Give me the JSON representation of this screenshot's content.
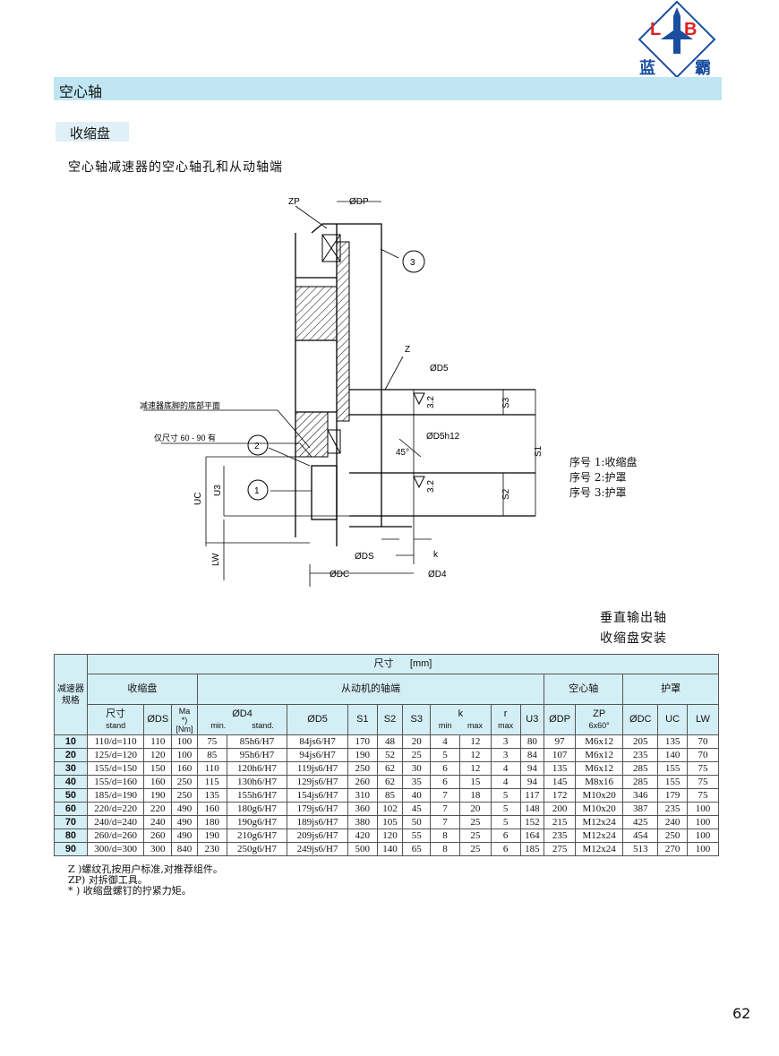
{
  "logo": {
    "letters_left": "L",
    "letters_right": "B",
    "cn_left": "蓝",
    "cn_right": "霸"
  },
  "section_title": "空心轴",
  "subsection_title": "收缩盘",
  "description": "空心轴减速器的空心轴孔和从动轴端",
  "drawing_labels": {
    "zp": "ZP",
    "dp": "ØDP",
    "circle3": "3",
    "z": "Z",
    "d5": "ØD5",
    "base_plane": "减速器底脚的底部平面",
    "size_only": "仅尺寸 60 - 90 有",
    "circle2": "2",
    "circle1": "1",
    "d5h12": "ØD5h12",
    "angle": "45°",
    "rough1": "3.2",
    "rough2": "3.2",
    "s3": "S3",
    "s1": "S1",
    "s2": "S2",
    "uc": "UC",
    "u3": "U3",
    "lw": "LW",
    "ds": "ØDS",
    "k": "k",
    "dc": "ØDC",
    "d4": "ØD4"
  },
  "legend": [
    "序号 1:收缩盘",
    "序号 2:护罩",
    "序号 3:护罩"
  ],
  "caption": [
    "垂直输出轴",
    "收缩盘安装"
  ],
  "table": {
    "title": "尺寸      [mm]",
    "col_rowhead": "减速器规格",
    "group_shrink": "收缩盘",
    "group_shaft": "从动机的轴端",
    "group_hollow": "空心轴",
    "group_guard": "护罩",
    "h_size": "尺寸",
    "h_size_sub": "stand",
    "h_ds": "ØDS",
    "h_ma": "Ma\n*)\n[Nm]",
    "h_d4": "ØD4",
    "h_d4_min": "min.",
    "h_d4_stand": "stand.",
    "h_d5": "ØD5",
    "h_s1": "S1",
    "h_s2": "S2",
    "h_s3": "S3",
    "h_k": "k",
    "h_k_min": "min",
    "h_k_max": "max",
    "h_r": "r",
    "h_r_max": "max",
    "h_u3": "U3",
    "h_dp": "ØDP",
    "h_zp": "ZP",
    "h_zp_sub": "6x60°",
    "h_dc": "ØDC",
    "h_uc": "UC",
    "h_lw": "LW",
    "rows": [
      [
        "10",
        "110/d=110",
        "110",
        "100",
        "75",
        "85h6/H7",
        "84js6/H7",
        "170",
        "48",
        "20",
        "4",
        "12",
        "3",
        "80",
        "97",
        "M6x12",
        "205",
        "135",
        "70"
      ],
      [
        "20",
        "125/d=120",
        "120",
        "100",
        "85",
        "95h6/H7",
        "94js6/H7",
        "190",
        "52",
        "25",
        "5",
        "12",
        "3",
        "84",
        "107",
        "M6x12",
        "235",
        "140",
        "70"
      ],
      [
        "30",
        "155/d=150",
        "150",
        "160",
        "110",
        "120h6/H7",
        "119js6/H7",
        "250",
        "62",
        "30",
        "6",
        "12",
        "4",
        "94",
        "135",
        "M6x12",
        "285",
        "155",
        "75"
      ],
      [
        "40",
        "155/d=160",
        "160",
        "250",
        "115",
        "130h6/H7",
        "129js6/H7",
        "260",
        "62",
        "35",
        "6",
        "15",
        "4",
        "94",
        "145",
        "M8x16",
        "285",
        "155",
        "75"
      ],
      [
        "50",
        "185/d=190",
        "190",
        "250",
        "135",
        "155h6/H7",
        "154js6/H7",
        "310",
        "85",
        "40",
        "7",
        "18",
        "5",
        "117",
        "172",
        "M10x20",
        "346",
        "179",
        "75"
      ],
      [
        "60",
        "220/d=220",
        "220",
        "490",
        "160",
        "180g6/H7",
        "179js6/H7",
        "360",
        "102",
        "45",
        "7",
        "20",
        "5",
        "148",
        "200",
        "M10x20",
        "387",
        "235",
        "100"
      ],
      [
        "70",
        "240/d=240",
        "240",
        "490",
        "180",
        "190g6/H7",
        "189js6/H7",
        "380",
        "105",
        "50",
        "7",
        "25",
        "5",
        "152",
        "215",
        "M12x24",
        "425",
        "240",
        "100"
      ],
      [
        "80",
        "260/d=260",
        "260",
        "490",
        "190",
        "210g6/H7",
        "209js6/H7",
        "420",
        "120",
        "55",
        "8",
        "25",
        "6",
        "164",
        "235",
        "M12x24",
        "454",
        "250",
        "100"
      ],
      [
        "90",
        "300/d=300",
        "300",
        "840",
        "230",
        "250g6/H7",
        "249js6/H7",
        "500",
        "140",
        "65",
        "8",
        "25",
        "6",
        "185",
        "275",
        "M12x24",
        "513",
        "270",
        "100"
      ]
    ]
  },
  "notes": [
    "Z )螺纹孔按用户标准,对推荐组件。",
    "ZP) 对拆御工具。",
    "* ) 收缩盘螺钉的拧紧力矩。"
  ],
  "page_number": "62"
}
